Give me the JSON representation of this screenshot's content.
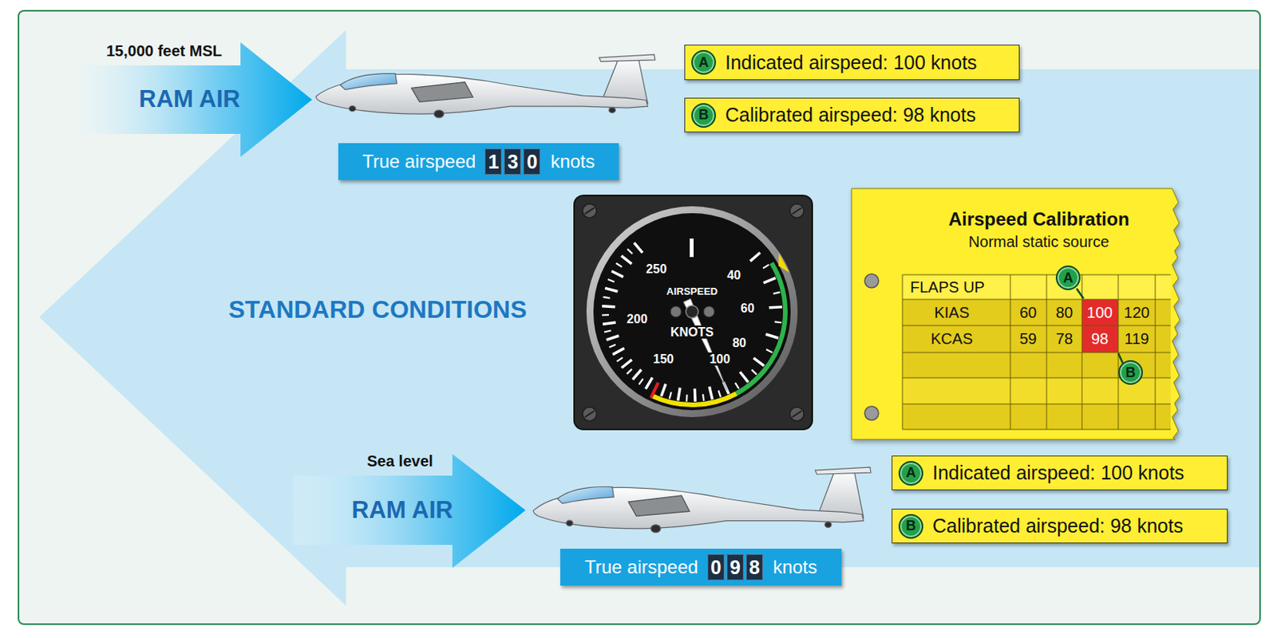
{
  "diagram": {
    "nodes": [
      {
        "text": [
          "RAM AIR"
        ]
      },
      {
        "text": [
          "Indicated airspeed: 100 knots"
        ]
      },
      {
        "text": [
          "A"
        ],
        "in": 1
      },
      {
        "text": [
          "Calibrated airspeed: 98 knots"
        ]
      },
      {
        "text": [
          "B"
        ],
        "in": 3
      },
      {
        "text": [
          "True airspeed",
          "1",
          "3",
          "0",
          "knots"
        ]
      },
      {
        "text": [
          "STANDARD CONDITIONS"
        ]
      },
      {
        "text": [
          "Airspeed Calibration",
          "Normal static source"
        ]
      },
      {
        "text": [
          "A"
        ],
        "in": 7
      },
      {
        "text": [
          "B"
        ],
        "in": 7
      },
      {
        "text": [
          "RAM AIR"
        ]
      },
      {
        "text": [
          "Indicated airspeed: 100 knots"
        ]
      },
      {
        "text": [
          "A"
        ],
        "in": 11
      },
      {
        "text": [
          "Calibrated airspeed: 98 knots"
        ]
      },
      {
        "text": [
          "B"
        ],
        "in": 13
      },
      {
        "text": [
          "True airspeed",
          "0",
          "9",
          "8",
          "knots"
        ]
      }
    ],
    "labels": [
      "15,000 feet MSL",
      "250",
      "AIRSPEED",
      "200",
      "KNOTS",
      "150",
      "100",
      "80",
      "60",
      "40",
      "FLAPS UP",
      "KIAS",
      "60",
      "80",
      "100",
      "120",
      "KCAS",
      "59",
      "78",
      "98",
      "119",
      "Sea level"
    ]
  }
}
